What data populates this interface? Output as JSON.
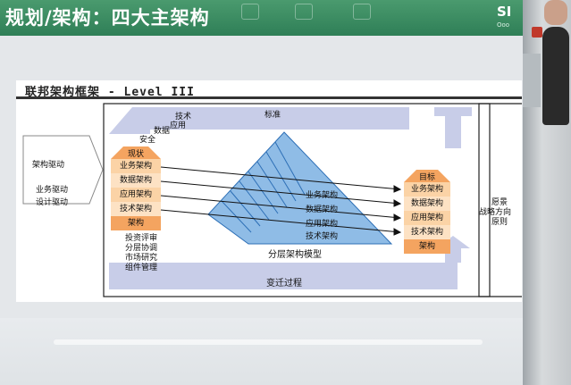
{
  "header": {
    "title": "规划/架构：四大主架构",
    "logo": "SI",
    "logo_sub": "Ooo"
  },
  "slide": {
    "frame_title": "联邦架构框架",
    "frame_level": " - Level III",
    "left_driver": "架构驱动",
    "left_business": "业务驱动",
    "left_design": "设计驱动",
    "current": "现状",
    "current_items": [
      "业务架构",
      "数据架构",
      "应用架构",
      "技术架构",
      "架构"
    ],
    "flow_labels": [
      "技术",
      "应用",
      "数据",
      "安全"
    ],
    "standard": "标准",
    "invest": [
      "投资评审",
      "分层协调",
      "市场研究",
      "组件管理"
    ],
    "layers": [
      "业务架构",
      "数据架构",
      "应用架构",
      "技术架构"
    ],
    "layer_model": "分层架构模型",
    "target": "目标",
    "target_items": [
      "业务架构",
      "数据架构",
      "应用架构",
      "技术架构",
      "架构"
    ],
    "vision": [
      "愿景",
      "战略方向",
      "原则"
    ],
    "transition": "变迁过程"
  },
  "colors": {
    "header_green": "#3a8c62",
    "orange_dark": "#f4a460",
    "orange_light": "#fde2c4",
    "prism_blue": "#7fb2e0",
    "flow_gray": "#c8cde8"
  }
}
